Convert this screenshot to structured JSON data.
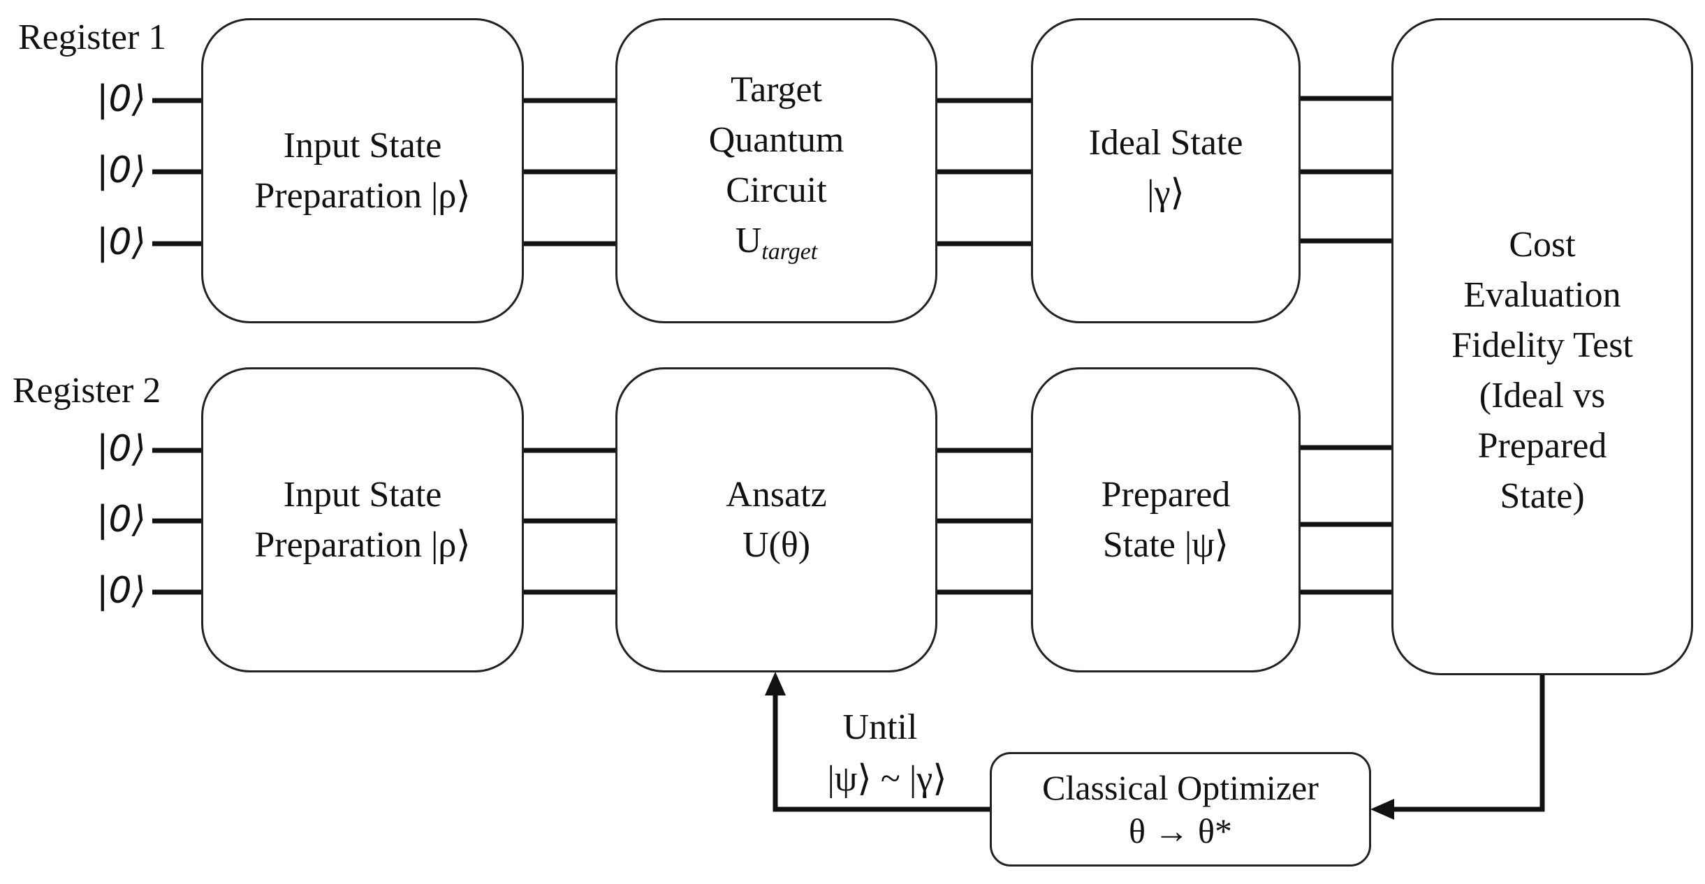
{
  "register1": {
    "label": "Register 1",
    "inputs": [
      "|0⟩",
      "|0⟩",
      "|0⟩"
    ],
    "input_prep": [
      "Input State",
      "Preparation |ρ⟩"
    ],
    "target_circuit": [
      "Target",
      "Quantum",
      "Circuit"
    ],
    "target_symbol": "U",
    "target_subscript": "target",
    "ideal_state": [
      "Ideal State",
      "|γ⟩"
    ]
  },
  "register2": {
    "label": "Register 2",
    "inputs": [
      "|0⟩",
      "|0⟩",
      "|0⟩"
    ],
    "input_prep": [
      "Input State",
      "Preparation |ρ⟩"
    ],
    "ansatz": [
      "Ansatz",
      "U(θ)"
    ],
    "prepared_state": [
      "Prepared",
      "State |ψ⟩"
    ]
  },
  "cost": [
    "Cost",
    "Evaluation",
    "Fidelity Test",
    "(Ideal vs",
    "Prepared",
    "State)"
  ],
  "optimizer": [
    "Classical Optimizer",
    "θ → θ*"
  ],
  "loop_label": [
    "Until",
    "|ψ⟩ ~ |γ⟩"
  ]
}
